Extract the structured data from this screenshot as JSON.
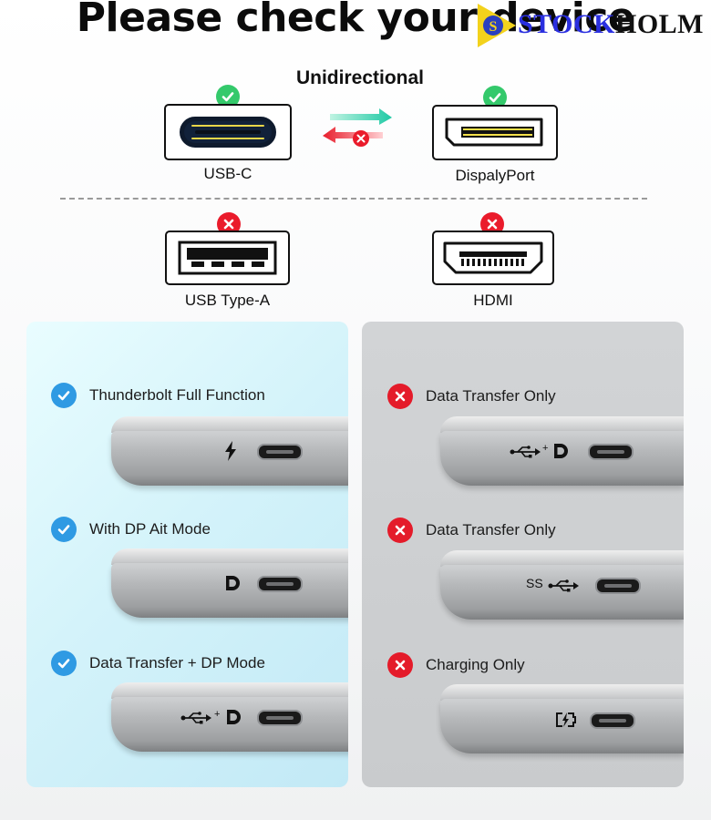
{
  "title": "Please check your device",
  "watermark": {
    "part1": "STOCK",
    "part2": "HOLM"
  },
  "compat": {
    "subtitle": "Unidirectional",
    "usb_c": "USB-C",
    "displayport": "DispalyPort",
    "usb_type_a": "USB Type-A",
    "hdmi": "HDMI"
  },
  "supported": [
    {
      "label": "Thunderbolt Full Function",
      "icon": "lightning-icon"
    },
    {
      "label": "With DP Ait Mode",
      "icon": "displayport-logo-icon"
    },
    {
      "label": "Data Transfer + DP Mode",
      "icon": "usb-plus-dp-icon"
    }
  ],
  "unsupported": [
    {
      "label": "Data Transfer Only",
      "icon": "usb-plus-dp-icon"
    },
    {
      "label": "Data Transfer Only",
      "icon": "ss-usb-icon",
      "ss": "SS"
    },
    {
      "label": "Charging Only",
      "icon": "battery-charging-icon"
    }
  ],
  "plus_sign": "+",
  "colors": {
    "ok": "#34c96b",
    "bad": "#ea1b2b",
    "check_blue": "#2f9ae3"
  }
}
